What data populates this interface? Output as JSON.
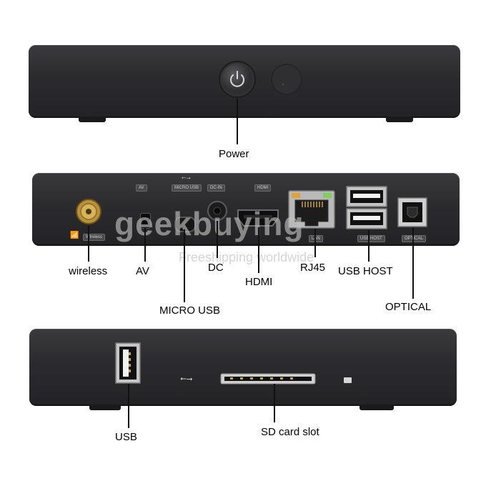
{
  "labels": {
    "power": "Power",
    "wireless": "wireless",
    "av": "AV",
    "dc": "DC",
    "hdmi": "HDMI",
    "rj45": "RJ45",
    "usb_host": "USB HOST",
    "micro_usb": "MICRO USB",
    "optical": "OPTICAL",
    "usb": "USB",
    "sd_card_slot": "SD card slot"
  },
  "port_tags": {
    "av": "AV",
    "micro_usb": "MICRO USB",
    "dc_in": "DC-IN",
    "hdmi": "HDMI",
    "lan": "LAN",
    "usb_host": "USB HOST",
    "optical": "OPTICAL",
    "wireless": "Wireless"
  },
  "watermark": {
    "brand": "geekbuying",
    "tagline": "Freeshipping worldwide"
  }
}
